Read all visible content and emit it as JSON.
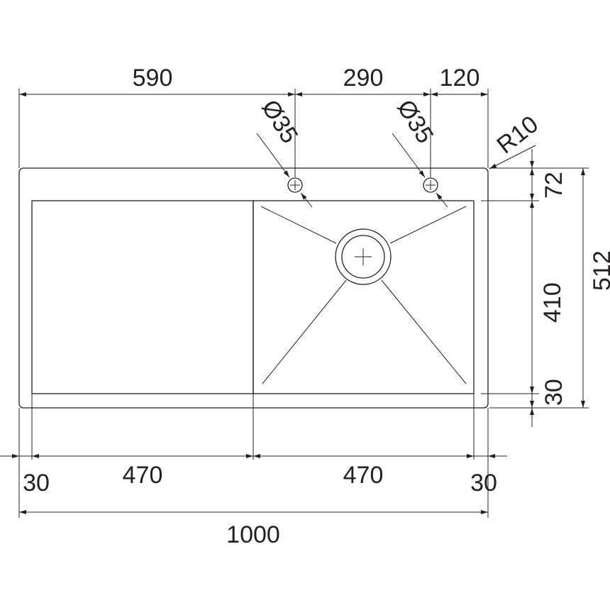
{
  "drawing": {
    "top_dims": {
      "left": "590",
      "middle": "290",
      "right": "120"
    },
    "tap_holes": {
      "left": "Ø35",
      "right": "Ø35"
    },
    "corner_radius": "R10",
    "right_dims": {
      "top": "72",
      "middle": "410",
      "bottom": "30",
      "overall": "512"
    },
    "bottom_dims": {
      "left_margin": "30",
      "drainer": "470",
      "bowl": "470",
      "right_margin": "30"
    },
    "overall_width": "1000",
    "colors": {
      "line": "#231f20",
      "background": "#ffffff"
    }
  }
}
